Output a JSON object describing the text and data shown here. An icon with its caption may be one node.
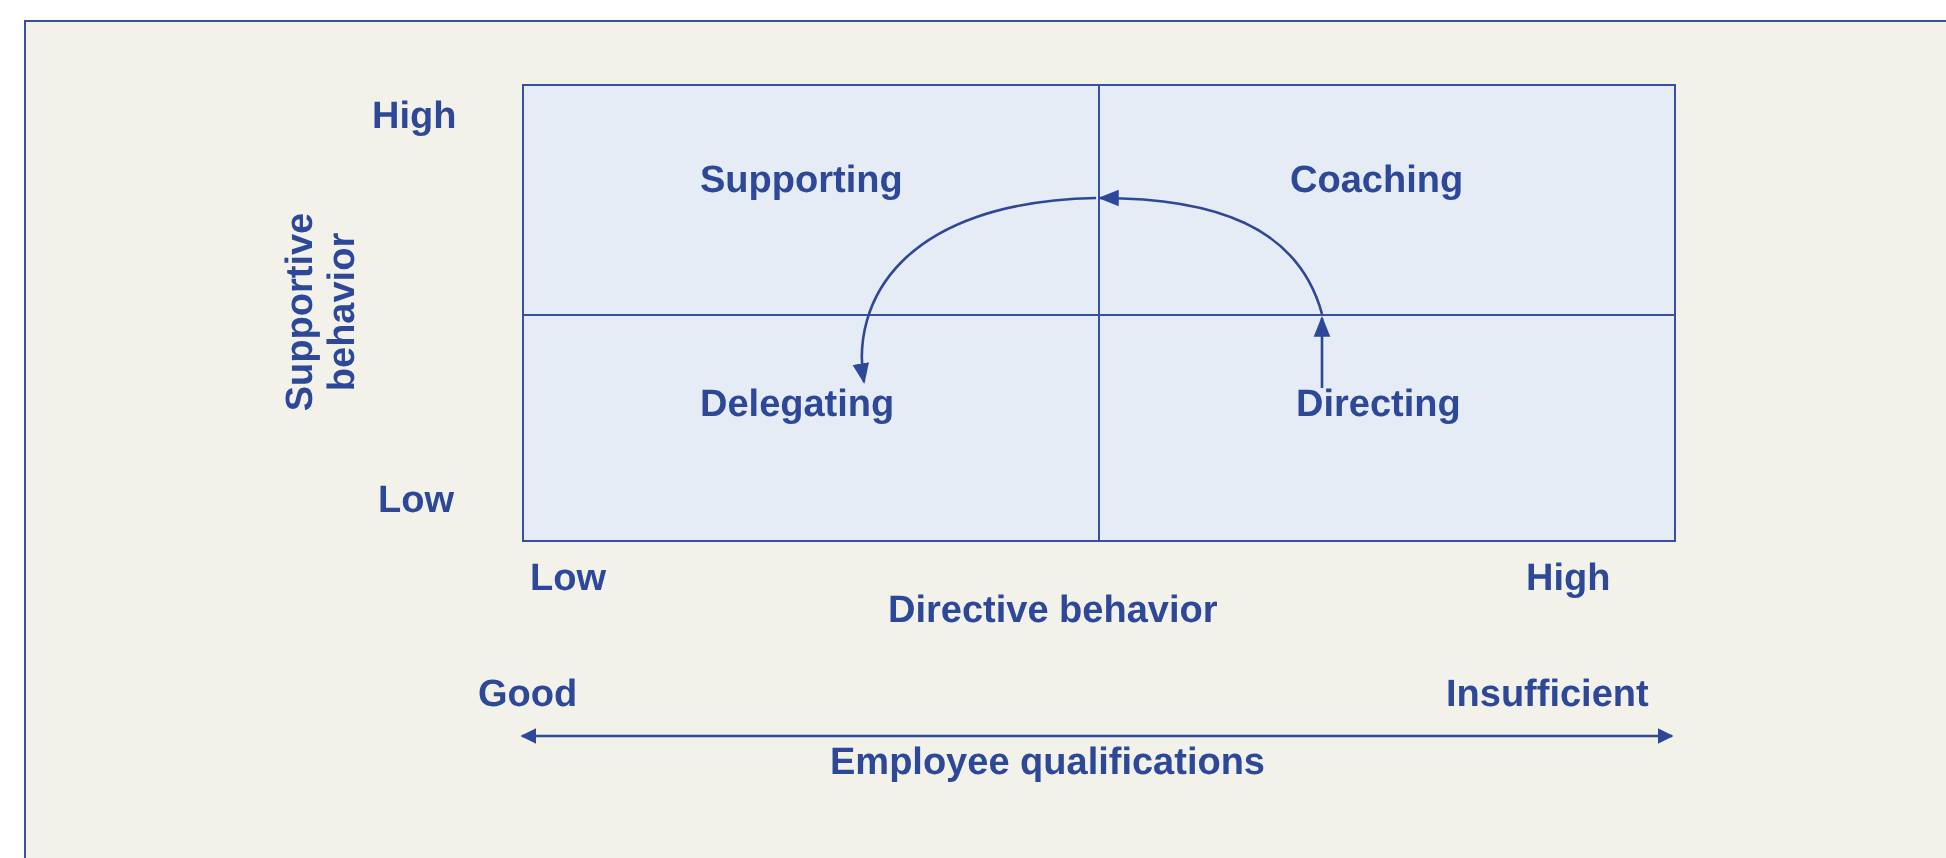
{
  "diagram": {
    "nodes": [
      {
        "text": [
          "Supporting"
        ]
      },
      {
        "text": [
          "Coaching"
        ]
      },
      {
        "text": [
          "Delegating"
        ]
      },
      {
        "text": [
          "Directing"
        ]
      }
    ],
    "edges": [
      {
        "from": 3,
        "to": 1,
        "arrow": "to"
      },
      {
        "from": 1,
        "to": 0,
        "arrow": "to"
      },
      {
        "from": 0,
        "to": 2,
        "arrow": "to"
      }
    ],
    "labels": [
      "High",
      "Supportive behavior",
      "Low",
      "Low",
      "Directive behavior",
      "High",
      "Good",
      "Insufficient",
      "Employee qualifications"
    ]
  }
}
